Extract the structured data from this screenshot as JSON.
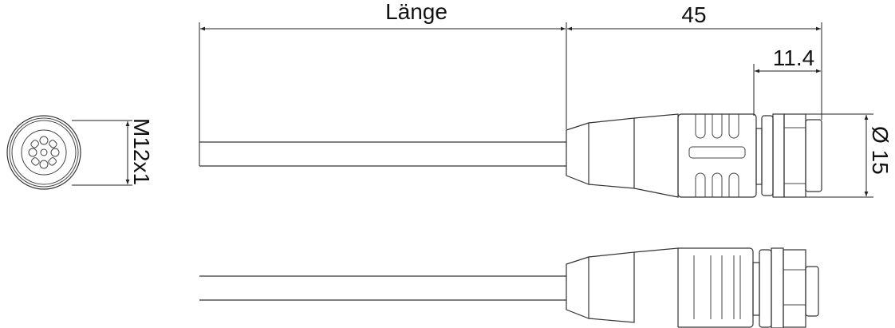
{
  "drawing": {
    "dimensions": {
      "length_label": "Länge",
      "connector_length": "45",
      "nut_length": "11.4",
      "diameter": "Ø 15",
      "thread": "M12x1"
    },
    "colors": {
      "line": "#333333",
      "background": "#ffffff"
    }
  }
}
